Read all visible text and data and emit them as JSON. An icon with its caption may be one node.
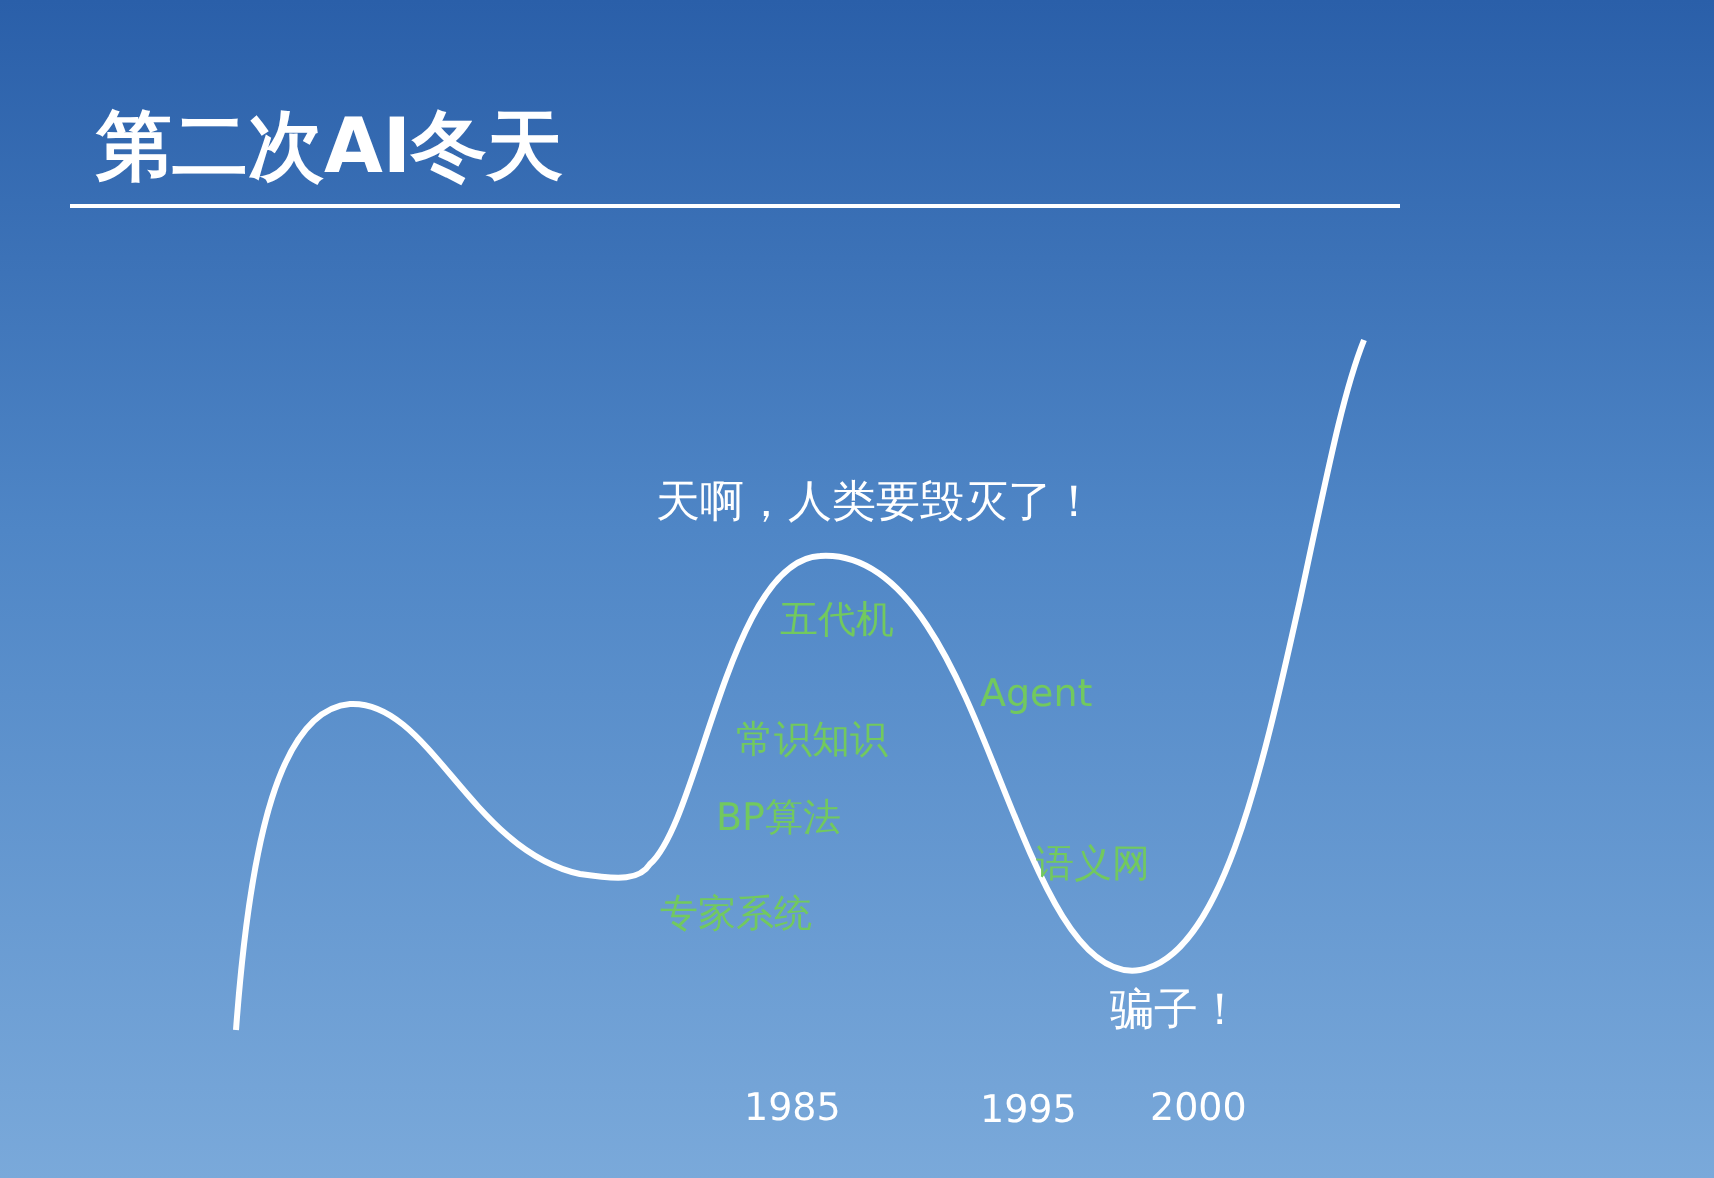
{
  "diagram": {
    "title": "第二次AI冬天",
    "labels": [
      "天啊，人类要毁灭了！",
      "五代机",
      "Agent",
      "常识知识",
      "BP算法",
      "语义网",
      "专家系统",
      "骗子！",
      "1985",
      "1995",
      "2000"
    ]
  }
}
